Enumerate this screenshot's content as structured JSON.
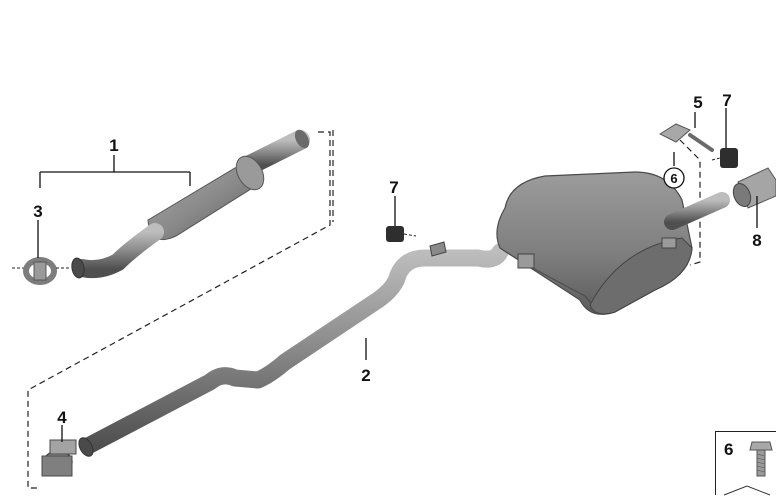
{
  "callouts": {
    "front_muffler": "1",
    "rear_pipe": "2",
    "clamp_front": "3",
    "clamp_rear": "4",
    "bracket": "5",
    "hanger_left": "7",
    "hanger_right": "7",
    "tailpipe_trim": "8",
    "bolt_ref_circled": "6"
  },
  "legend": {
    "number": "6"
  },
  "colors": {
    "part_fill": "#8a8a8a",
    "part_dark": "#5c5c5c",
    "part_light": "#b9b9b9",
    "line": "#111111"
  }
}
